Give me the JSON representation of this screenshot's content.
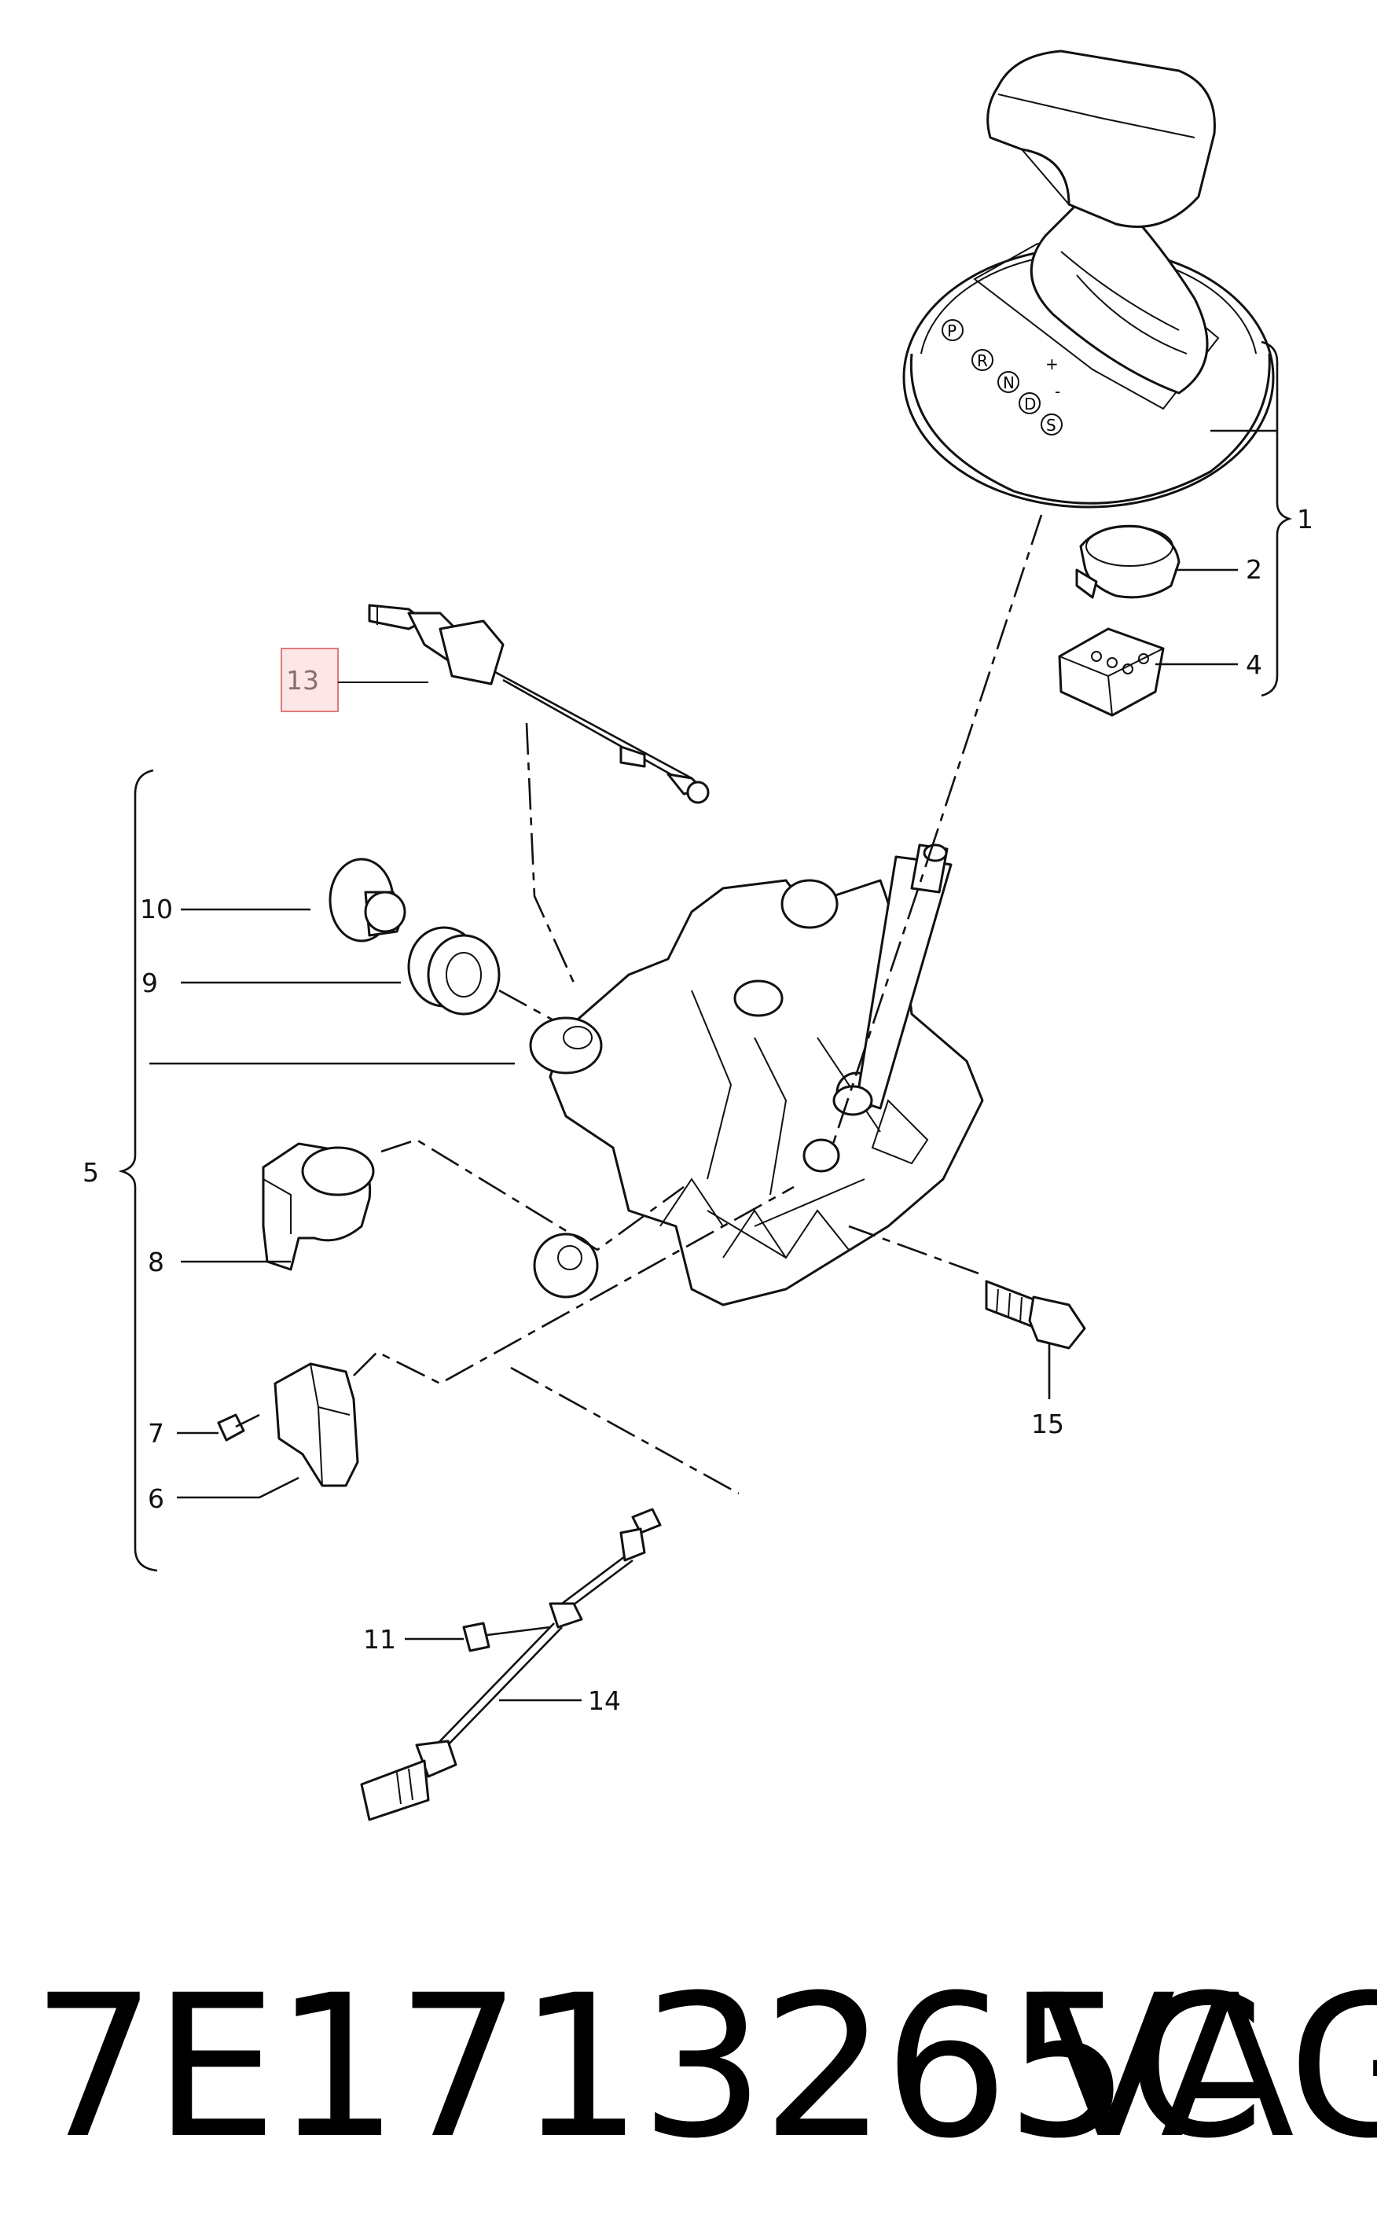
{
  "callouts": {
    "c1": "1",
    "c2": "2",
    "c4": "4",
    "c5": "5",
    "c6": "6",
    "c7": "7",
    "c8": "8",
    "c9": "9",
    "c10": "10",
    "c11": "11",
    "c13": "13",
    "c14": "14",
    "c15": "15"
  },
  "selector_letters": [
    "P",
    "R",
    "N",
    "D",
    "S",
    "+",
    "-"
  ],
  "footer": {
    "part_number": "7E1713265C",
    "brand": "VAG"
  },
  "colors": {
    "highlight_fill": "#fde6e6",
    "highlight_stroke": "#e07a7a"
  }
}
